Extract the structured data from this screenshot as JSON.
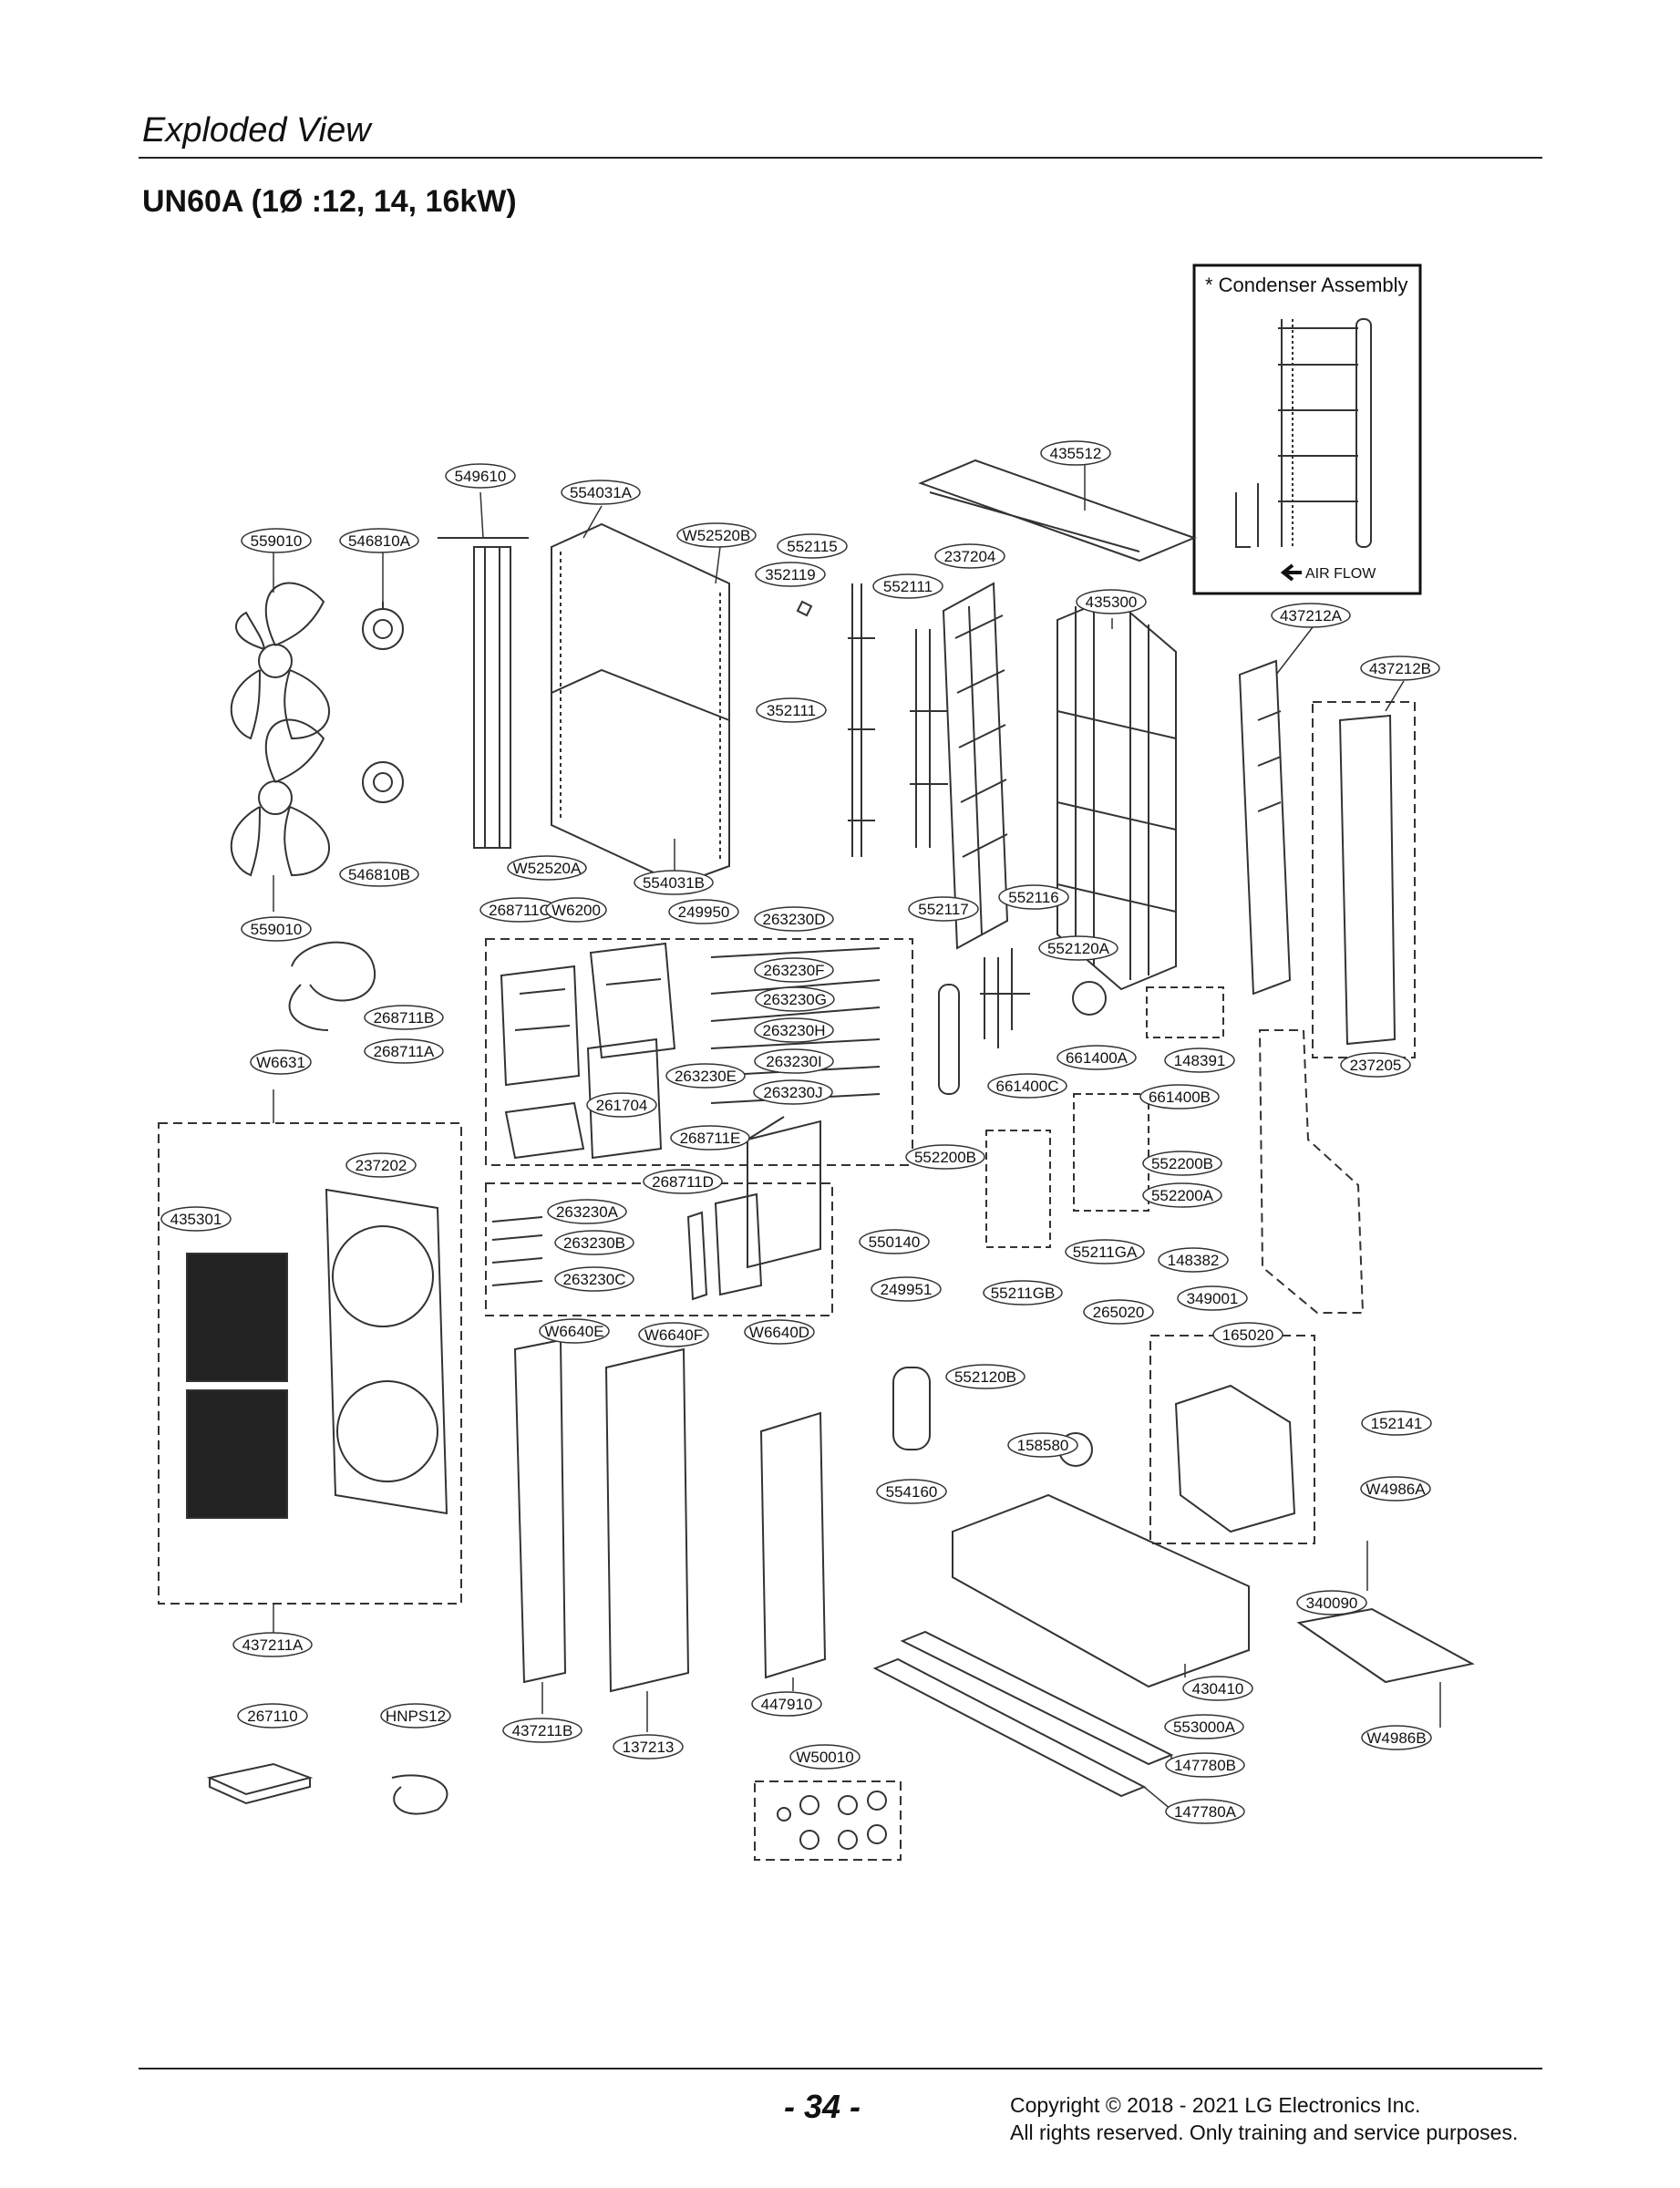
{
  "header": {
    "section_title": "Exploded View",
    "model_title": "UN60A (1Ø :12, 14, 16kW)"
  },
  "inset": {
    "title": "* Condenser Assembly",
    "airflow_label": "AIR FLOW"
  },
  "part_labels": [
    "435512",
    "549610",
    "554031A",
    "559010",
    "546810A",
    "W52520B",
    "552115",
    "352119",
    "237204",
    "552111",
    "435300",
    "437212A",
    "437212B",
    "352111",
    "546810B",
    "W52520A",
    "554031B",
    "268711C",
    "W6200",
    "249950",
    "263230D",
    "552117",
    "552116",
    "552120A",
    "559010",
    "263230F",
    "263230G",
    "268711B",
    "263230H",
    "268711A",
    "W6631",
    "263230I",
    "661400A",
    "148391",
    "237205",
    "263230E",
    "263230J",
    "661400C",
    "661400B",
    "261704",
    "268711E",
    "237202",
    "552200B",
    "552200B",
    "268711D",
    "552200A",
    "263230A",
    "435301",
    "263230B",
    "550140",
    "55211GA",
    "148382",
    "263230C",
    "249951",
    "55211GB",
    "349001",
    "265020",
    "W6640E",
    "W6640F",
    "W6640D",
    "165020",
    "552120B",
    "152141",
    "158580",
    "554160",
    "W4986A",
    "340090",
    "437211A",
    "430410",
    "267110",
    "HNPS12",
    "447910",
    "437211B",
    "553000A",
    "W4986B",
    "137213",
    "W50010",
    "147780B",
    "147780A"
  ],
  "footer": {
    "page_number": "- 34 -",
    "copyright_line1": "Copyright © 2018 - 2021 LG Electronics Inc.",
    "copyright_line2": "All rights reserved. Only training and service purposes."
  }
}
